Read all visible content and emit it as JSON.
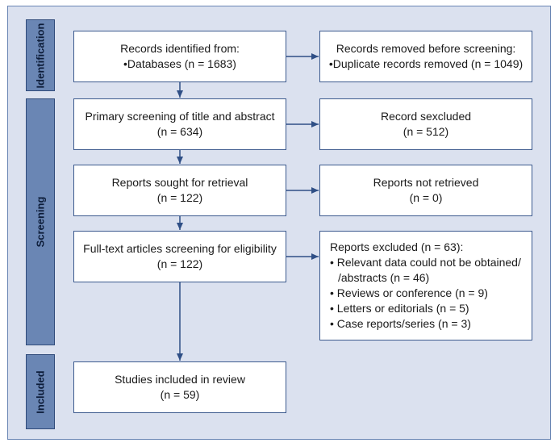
{
  "stages": {
    "identification": "Identification",
    "screening": "Screening",
    "included": "Included"
  },
  "boxes": {
    "identified": {
      "line1": "Records identified from:",
      "line2": "•Databases (n = 1683)"
    },
    "removed": {
      "line1": "Records removed before screening:",
      "line2": "•Duplicate records removed (n = 1049)"
    },
    "primary_screening": {
      "line1": "Primary screening of title and abstract",
      "line2": "(n = 634)"
    },
    "excluded_records": {
      "line1": "Record sexcluded",
      "line2": "(n = 512)"
    },
    "sought": {
      "line1": "Reports sought for retrieval",
      "line2": "(n = 122)"
    },
    "not_retrieved": {
      "line1": "Reports not retrieved",
      "line2": "(n = 0)"
    },
    "fulltext": {
      "line1": "Full-text articles screening for eligibility",
      "line2": "(n = 122)"
    },
    "reports_excluded": {
      "title": "Reports excluded (n = 63):",
      "items": [
        "• Relevant data could not be obtained/ /abstracts (n = 46)",
        "• Reviews or conference (n = 9)",
        "• Letters or editorials (n = 5)",
        "• Case reports/series (n = 3)"
      ]
    },
    "included": {
      "line1": "Studies included in review",
      "line2": "(n = 59)"
    }
  },
  "colors": {
    "frame_bg": "#dbe1ef",
    "stage_bg": "#6a86b4",
    "box_border": "#3c5a8e",
    "arrow": "#2f4f86"
  }
}
